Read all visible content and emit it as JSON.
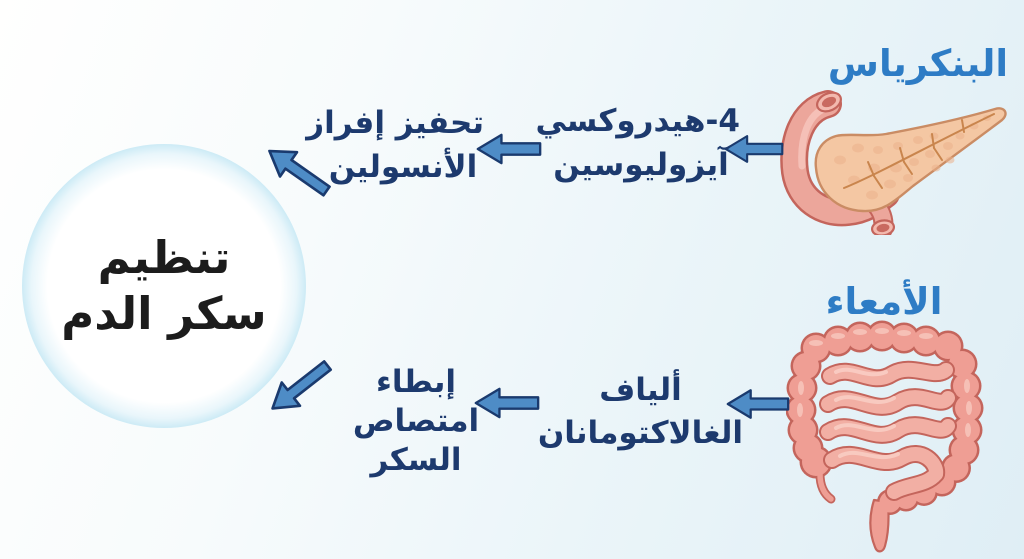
{
  "center_node": {
    "line1": "تنظيم",
    "line2": "سكر الدم"
  },
  "pancreas_pathway": {
    "organ_label": "البنكرياس",
    "compound": {
      "line1": "4-هيدروكسي",
      "line2": "آيزوليوسين"
    },
    "effect": {
      "line1": "تحفيز إفراز",
      "line2": "الأنسولين"
    }
  },
  "intestine_pathway": {
    "organ_label": "الأمعاء",
    "compound": {
      "line1": "ألياف",
      "line2": "الغالاكتومانان"
    },
    "effect": {
      "line1": "إبطاء",
      "line2": "امتصاص",
      "line3": "السكر"
    }
  },
  "colors": {
    "label_blue": "#2e7cc5",
    "text_navy": "#1d3a6e",
    "arrow_fill": "#4e8cc6",
    "arrow_outline": "#1a3a6e",
    "circle_glow": "#a9dcf0",
    "circle_text": "#1c1c1c",
    "organ_pink": "#ef9e94",
    "organ_outline": "#c4655c",
    "pancreas_body": "#f4c7a3"
  },
  "icons": {
    "pancreas": "pancreas-illustration",
    "intestines": "intestines-illustration",
    "arrow": "left-arrow"
  }
}
